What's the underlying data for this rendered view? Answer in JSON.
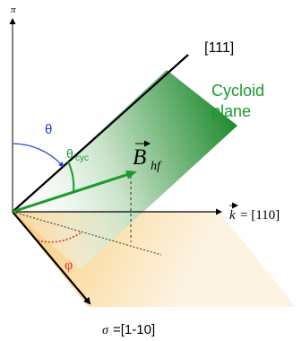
{
  "axes": {
    "vertical_label": "π",
    "direction_111": "[111]",
    "k_vector": "k",
    "k_direction": "= [110]",
    "sigma_symbol": "σ",
    "sigma_direction": "=[1-10]"
  },
  "plane": {
    "label_line1": "Cycloid",
    "label_line2": "plane"
  },
  "field": {
    "symbol": "B",
    "subscript": "hf"
  },
  "angles": {
    "theta": "θ",
    "theta_cyc_main": "θ",
    "theta_cyc_sub": "cyc",
    "phi": "φ"
  },
  "colors": {
    "plane_green_light": "#e9f3e9",
    "plane_green_dark": "#1e8a2e",
    "plane_yellow_light": "#fbe3b6",
    "plane_yellow_bg": "#fdf1dd",
    "label_green": "#1a9a2a",
    "theta_blue": "#1f3fd0",
    "phi_red": "#e03020",
    "arrow_green": "#1a9a2a",
    "axis_black": "#000000"
  }
}
